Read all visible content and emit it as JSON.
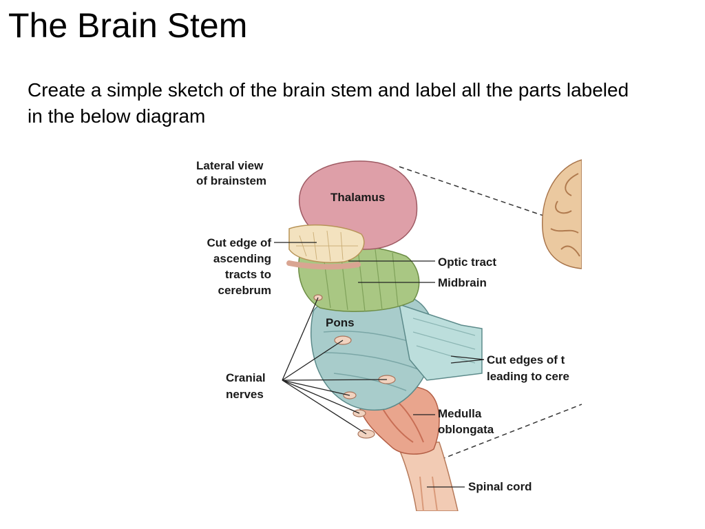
{
  "slide": {
    "title": "The Brain Stem",
    "instructions": "Create a simple sketch of the brain stem and label all the parts labeled in the below diagram"
  },
  "figure": {
    "heading": [
      "Lateral view",
      "of brainstem"
    ],
    "labels": {
      "thalamus": "Thalamus",
      "cut_edge": [
        "Cut edge of",
        "ascending",
        "tracts to",
        "cerebrum"
      ],
      "optic_tract": "Optic tract",
      "midbrain": "Midbrain",
      "pons": "Pons",
      "cut_edges_right": [
        "Cut edges of t",
        "leading to cere"
      ],
      "cranial_nerves": [
        "Cranial",
        "nerves"
      ],
      "medulla": [
        "Medulla",
        "oblongata"
      ],
      "spinal_cord": "Spinal cord"
    }
  }
}
